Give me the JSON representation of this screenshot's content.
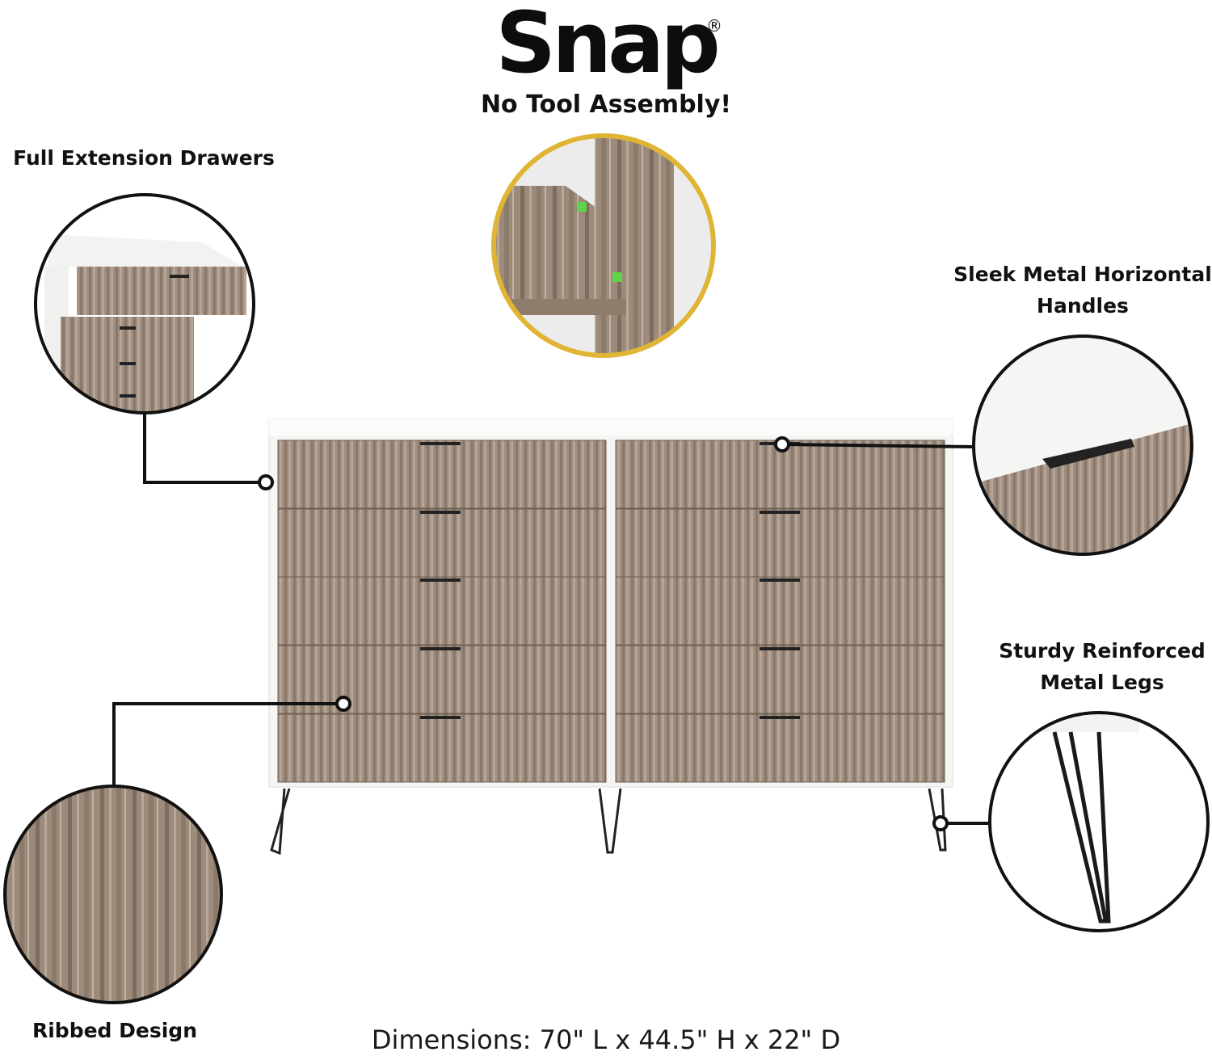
{
  "brand": {
    "name": "Snap",
    "registered_mark": "®"
  },
  "tagline": "No Tool Assembly!",
  "features": {
    "drawers": "Full Extension Drawers",
    "handles_line1": "Sleek Metal Horizontal",
    "handles_line2": "Handles",
    "legs_line1": "Sturdy Reinforced",
    "legs_line2": "Metal Legs",
    "ribbed": "Ribbed Design"
  },
  "dimensions": "Dimensions: 70\" L x 44.5\" H x 22\" D",
  "colors": {
    "wood": "#a08f80",
    "wood_dark": "#7d6b5c",
    "white_frame": "#f5f5f3",
    "handle": "#222222",
    "accent_ring": "#e0b434",
    "snap_clip": "#5fd34a"
  }
}
